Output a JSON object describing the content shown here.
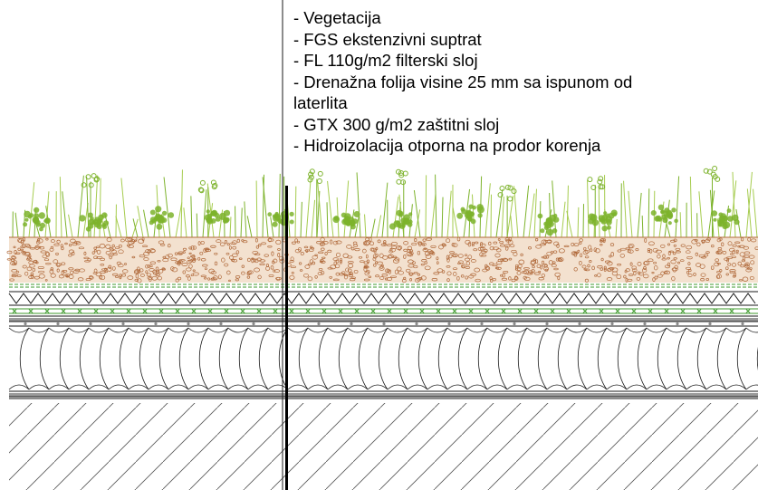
{
  "diagram": {
    "layers": [
      "- Vegetacija",
      "- FGS ekstenzivni suptrat",
      "- FL 110g/m2 filterski sloj",
      "- Drenažna folija  visine 25 mm sa ispunom od",
      "laterlita",
      "- GTX 300 g/m2 zaštitni sloj",
      "- Hidroizolacija otporna na prodor korenja"
    ]
  },
  "colors": {
    "vegetation": "#7db32c",
    "vegetation_light": "#a6cc4f",
    "substrate": "#b0693a",
    "filter_layer": "#3f9a2e",
    "line": "#1a1a1a",
    "grey": "#8a8a8a"
  }
}
